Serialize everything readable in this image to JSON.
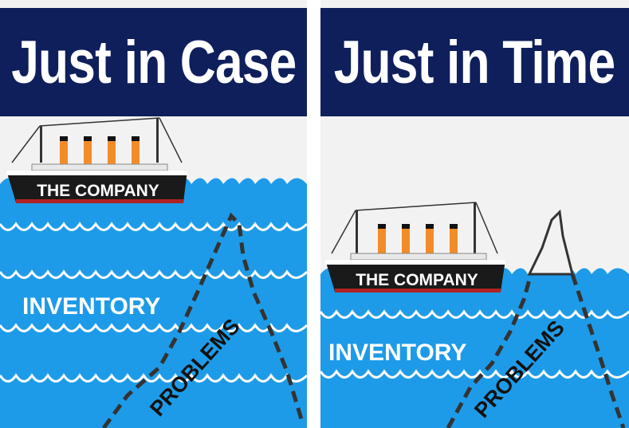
{
  "panels": [
    {
      "title": "Just in Case",
      "ship_label": "THE COMPANY",
      "water_label": "INVENTORY",
      "hazard_label": "PROBLEMS"
    },
    {
      "title": "Just in Time",
      "ship_label": "THE COMPANY",
      "water_label": "INVENTORY",
      "hazard_label": "PROBLEMS"
    }
  ],
  "colors": {
    "title_bar": "#0f1f5c",
    "water": "#1e9be8",
    "wave_line": "#ffffff",
    "ship_hull": "#1a1a1a",
    "funnel": "#f28c28",
    "problems_outline": "#333333"
  },
  "icons": [
    "ship-icon",
    "iceberg-outline"
  ]
}
